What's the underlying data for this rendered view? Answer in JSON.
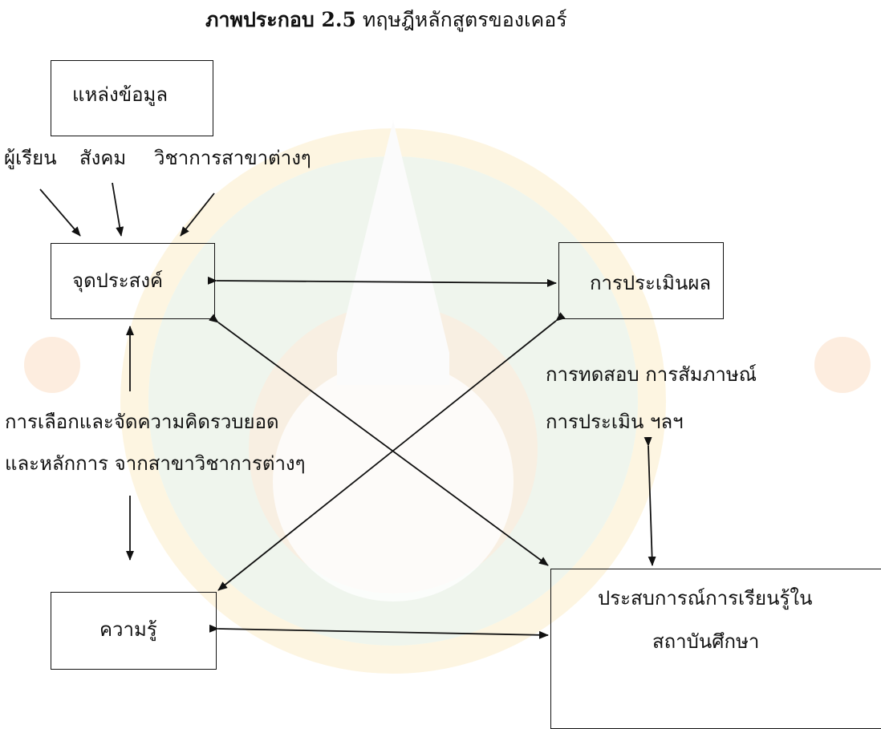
{
  "caption": {
    "number": "ภาพประกอบ 2.5",
    "title": "ทฤษฎีหลักสูตรของเคอร์"
  },
  "boxes": {
    "sources": "แหล่งข้อมูล",
    "objectives": "จุดประสงค์",
    "evaluation": "การประเมินผล",
    "knowledge": "ความรู้",
    "experience_line1": "ประสบการณ์การเรียนรู้ใน",
    "experience_line2": "สถาบันศึกษา"
  },
  "labels": {
    "learner": "ผู้เรียน",
    "society": "สังคม",
    "disciplines": "วิชาการสาขาต่างๆ",
    "select_line1": "การเลือกและจัดความคิดรวบยอด",
    "select_line2": "และหลักการ จากสาขาวิชาการต่างๆ",
    "methods_line1": "การทดสอบ การสัมภาษณ์",
    "methods_line2": "การประเมิน ฯลฯ"
  }
}
